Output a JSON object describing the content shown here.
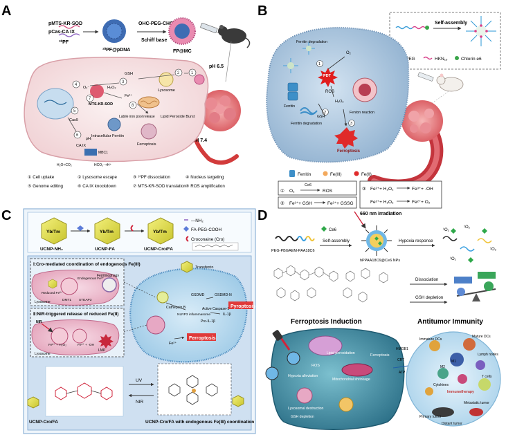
{
  "panels": {
    "A": {
      "letter": "A",
      "top_labels": [
        "pMTS-KR-SOD",
        "pCas-CA IX",
        "¹⁰PF",
        "¹⁰PF@pDNA",
        "OHC-PEG-CHO",
        "Schiff base",
        "FP@MC"
      ],
      "ph_outer": "pH 7.4",
      "ph_inner": "pH 6.5",
      "cell_labels": [
        "GSH",
        "Lysosome",
        "MTS-KR-SOD",
        "O₂⁻",
        "H₂O₂",
        "Fe²⁺",
        "Labile iron pool release",
        "Lipid Peroxide Burst",
        "Ferroptosis",
        "Intracellular Ferritin",
        "CA IX",
        "MBC1",
        "pHᵢ",
        "Cas9",
        "H₂O+CO₂",
        "HCO₃⁻+H⁺"
      ],
      "legend": [
        "① Cell uptake",
        "② Lysosome escape",
        "③ ¹⁰PF dissociation",
        "④ Nucleus targeting",
        "⑤ Genome editing",
        "⑥ CA IX knockdown",
        "⑦ MTS-KR-SOD translation",
        "⑧ ROS amplification"
      ]
    },
    "B": {
      "letter": "B",
      "self_assembly": "Self-assembly",
      "key_peg": "PEG",
      "key_hkn": "HKN₁₅",
      "key_ce6": "Chlorin e6",
      "cell_labels": [
        "Ferritin degradation",
        "O₂",
        "PDT",
        "ROS",
        "Ferritin",
        "GSH",
        "H₂O₂",
        "Fenton reaction",
        "Ferroptosis",
        "Ferritin degradation"
      ],
      "legend_items": [
        "Ferritin",
        "Fe(III)",
        "Fe(II)"
      ],
      "reactions": [
        {
          "num": "①",
          "lhs": "O₂",
          "cat": "Ce6",
          "rhs": "ROS"
        },
        {
          "num": "②",
          "lhs": "Fe³⁺+ GSH",
          "cat": "",
          "rhs": "Fe²⁺+ GSSG"
        },
        {
          "num": "③",
          "lhs": "Fe²⁺+ H₂O₂",
          "cat": "",
          "rhs": "Fe³⁺+ ·OH"
        },
        {
          "num": "",
          "lhs": "Fe³⁺+ H₂O₂",
          "cat": "",
          "rhs": "Fe²⁺+ O₂"
        }
      ]
    },
    "C": {
      "letter": "C",
      "yb": "Yb/Tm",
      "ucnp_labels": [
        "UCNP-NH₂",
        "UCNP-FA",
        "UCNP-Cro/FA"
      ],
      "legend": [
        "—NH₂",
        "FA-PEG-COOH",
        "Croconaine (Cro)"
      ],
      "box1_title": "Ⅰ:Cro-mediated coordination of endogenous Fe(III)",
      "box2_title": "Ⅱ:NIR-triggered release of reduced Fe(II)",
      "cell1_labels": [
        "Ferritinophagy",
        "Endogenous Fe³⁺",
        "Reduced Fe²⁺",
        "Lysosome",
        "DMT1",
        "STEAP3"
      ],
      "cell2_labels": [
        "NIR",
        "Fe²⁺ + H₂O₂",
        "Fe³⁺ + ·OH",
        "Lysosome",
        "LMP"
      ],
      "big_cell_labels": [
        "Transferrin",
        "Cathepsin B",
        "GSDMD",
        "GSDMD-N",
        "NLRP3 inflammasome",
        "Active Caspase-1",
        "Pro-IL-1β",
        "IL-1β",
        "Pyroptosis",
        "Ferroptosis",
        "Fe²⁺"
      ],
      "bottom_left": "UCNP-Cro/FA",
      "bottom_right": "UCNP-Cro/FA  with endogenous Fe(III) coordination",
      "uv": "UV",
      "nir": "NIR"
    },
    "D": {
      "letter": "D",
      "irradiation": "660 nm irradiation",
      "ce6": "Ce6",
      "self_assembly": "Self-assembly",
      "hypoxia": "Hypoxia response",
      "polymer": "PEG-PBGAEM-PAA18C6",
      "np": "hPPAA18C6@Ce6 NPs",
      "dissociation": "Dissociation",
      "gsh_depletion": "GSH depletion",
      "ferroptosis_title": "Ferroptosis Induction",
      "immunity_title": "Antitumor Immunity",
      "cell_labels": [
        "Lipid peroxidation",
        "Mitochondrial shrinkage",
        "Hypoxia alleviation",
        "Lysosomal destruction",
        "GSH depletion",
        "Ferroptosis",
        "ROS"
      ],
      "immune_labels": [
        "Immature DCs",
        "Mature DCs",
        "Lymph nodes",
        "Cytokines",
        "Immunotherapy",
        "T cells",
        "M1",
        "M2",
        "Primary tumor",
        "Metastatic tumor",
        "Distant tumor",
        "CRT",
        "HMGB1",
        "ATP"
      ]
    }
  }
}
